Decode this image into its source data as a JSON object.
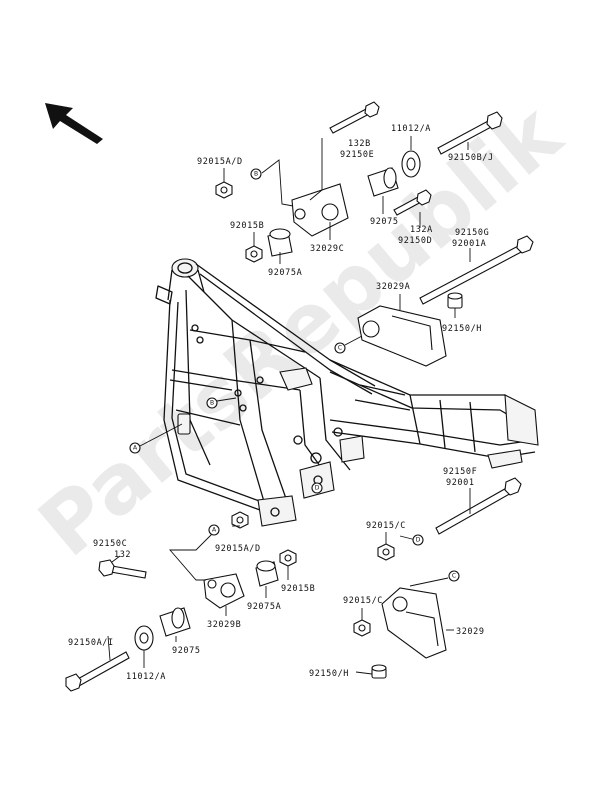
{
  "watermark": "PartsRepublik",
  "labels": {
    "l92015AD_top": "92015A/D",
    "l132B": "132B",
    "l92150E": "92150E",
    "l11012A_top": "11012/A",
    "l92150BJ": "92150B/J",
    "l92015B_top": "92015B",
    "l92075A_top": "92075A",
    "l32029C": "32029C",
    "l92075_top": "92075",
    "l132A": "132A",
    "l92150D": "92150D",
    "l92150G": "92150G",
    "l92001A": "92001A",
    "l32029A": "32029A",
    "l92150H_mid": "92150/H",
    "l92150F": "92150F",
    "l92001": "92001",
    "l92015C_right": "92015/C",
    "l92150C": "92150C",
    "l132": "132",
    "l92015AD_bot": "92015A/D",
    "l92015B_bot": "92015B",
    "l92075A_bot": "92075A",
    "l32029B": "32029B",
    "l92015C_bot": "92015/C",
    "l32029": "32029",
    "l92150AI": "92150A/I",
    "l11012A_bot": "11012/A",
    "l92075_bot": "92075",
    "l92150H_bot": "92150/H"
  },
  "refs": {
    "A": "A",
    "B": "B",
    "C": "C",
    "D": "D"
  }
}
